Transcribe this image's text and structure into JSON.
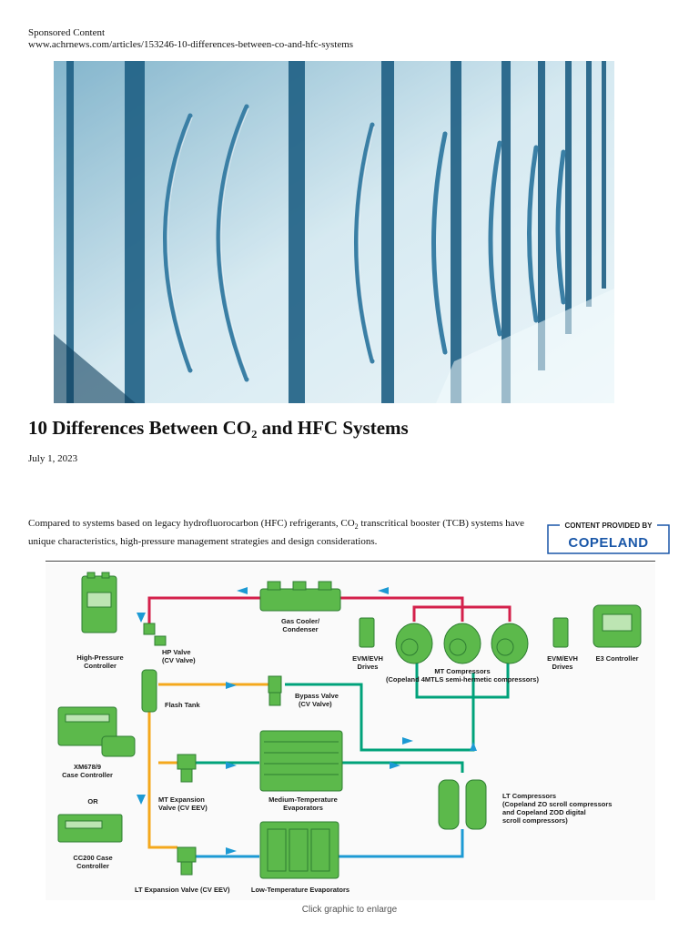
{
  "header": {
    "sponsored_label": "Sponsored Content",
    "url": "www.achrnews.com/articles/153246-10-differences-between-co-and-hfc-systems"
  },
  "article": {
    "title": "10 Differences Between CO₂ and HFC Systems",
    "date": "July 1, 2023",
    "intro_part1": "Compared to systems based on legacy hydrofluorocarbon (HFC) refrigerants, CO",
    "intro_sub": "2",
    "intro_part2": " transcritical booster (TCB) systems have unique characteristics, high-pressure management strategies and design considerations."
  },
  "sponsor": {
    "top_text": "CONTENT PROVIDED BY",
    "brand": "COPELAND"
  },
  "diagram": {
    "caption": "Click graphic to enlarge",
    "labels": {
      "hp_controller_1": "High-Pressure",
      "hp_controller_2": "Controller",
      "hp_valve_1": "HP Valve",
      "hp_valve_2": "(CV Valve)",
      "flash_tank": "Flash Tank",
      "gas_cooler_1": "Gas Cooler/",
      "gas_cooler_2": "Condenser",
      "evm_left_1": "EVM/EVH",
      "evm_left_2": "Drives",
      "evm_right_1": "EVM/EVH",
      "evm_right_2": "Drives",
      "mt_comp_1": "MT Compressors",
      "mt_comp_2": "(Copeland 4MTLS semi-hermetic compressors)",
      "e3": "E3 Controller",
      "bypass_1": "Bypass Valve",
      "bypass_2": "(CV Valve)",
      "xm_1": "XM678/9",
      "xm_2": "Case Controller",
      "or": "OR",
      "mt_exp_1": "MT Expansion",
      "mt_exp_2": "Valve (CV EEV)",
      "mt_evap_1": "Medium-Temperature",
      "mt_evap_2": "Evaporators",
      "lt_comp_1": "LT Compressors",
      "lt_comp_2": "(Copeland ZO scroll compressors",
      "lt_comp_3": "and Copeland ZOD digital",
      "lt_comp_4": "scroll compressors)",
      "cc200_1": "CC200 Case",
      "cc200_2": "Controller",
      "lt_exp": "LT Expansion Valve (CV EEV)",
      "lt_evap": "Low-Temperature Evaporators"
    }
  },
  "colors": {
    "red_line": "#d4204b",
    "orange_line": "#f4a81c",
    "teal_line": "#00a27a",
    "blue_line": "#1c9ad4",
    "green_fill": "#5cb94b",
    "brand_blue": "#1a57a8"
  }
}
